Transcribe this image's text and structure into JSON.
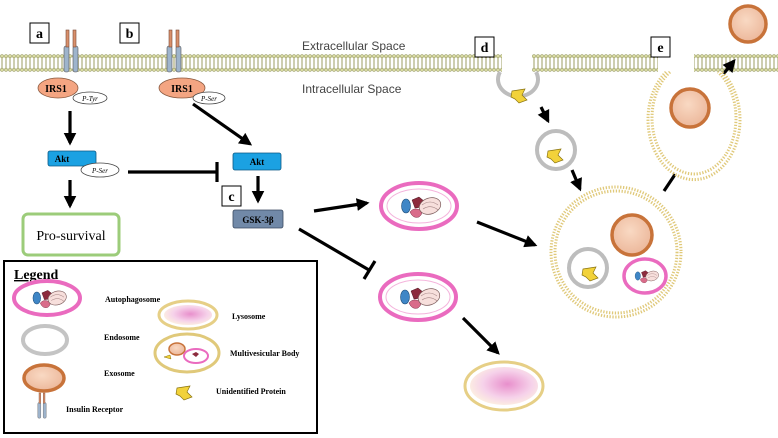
{
  "panel_labels": {
    "a": "a",
    "b": "b",
    "c": "c",
    "d": "d",
    "e": "e"
  },
  "membrane": {
    "extracellular_label": "Extracellular Space",
    "intracellular_label": "Intracellular Space"
  },
  "pathway": {
    "irs1_a": "IRS1",
    "ptyr": "P-Tyr",
    "irs1_b": "IRS1",
    "pser_irs": "P-Ser",
    "akt_a": "Akt",
    "pser_akt": "P-Ser",
    "akt_b": "Akt",
    "gsk": "GSK-3β",
    "prosurvival": "Pro-survival"
  },
  "legend": {
    "title": "Legend",
    "items": {
      "autophagosome": "Autophagosome",
      "endosome": "Endosome",
      "exosome": "Exosome",
      "insulin_receptor": "Insulin Receptor",
      "lysosome": "Lysosome",
      "mvb": "Multivesicular Body",
      "unidentified_protein": "Unidentified Protein"
    }
  },
  "colors": {
    "akt": "#1ba1e2",
    "irs1": "#f4a582",
    "gsk": "#7189a8",
    "prosurvival_border": "#9ccc7a",
    "autophagosome_ring": "#ea6bbf",
    "exosome_ring": "#c8733a",
    "lysosome_ring": "#e6cf86",
    "mvb_dots": "#e0c97a",
    "protein": "#f2d23a"
  }
}
